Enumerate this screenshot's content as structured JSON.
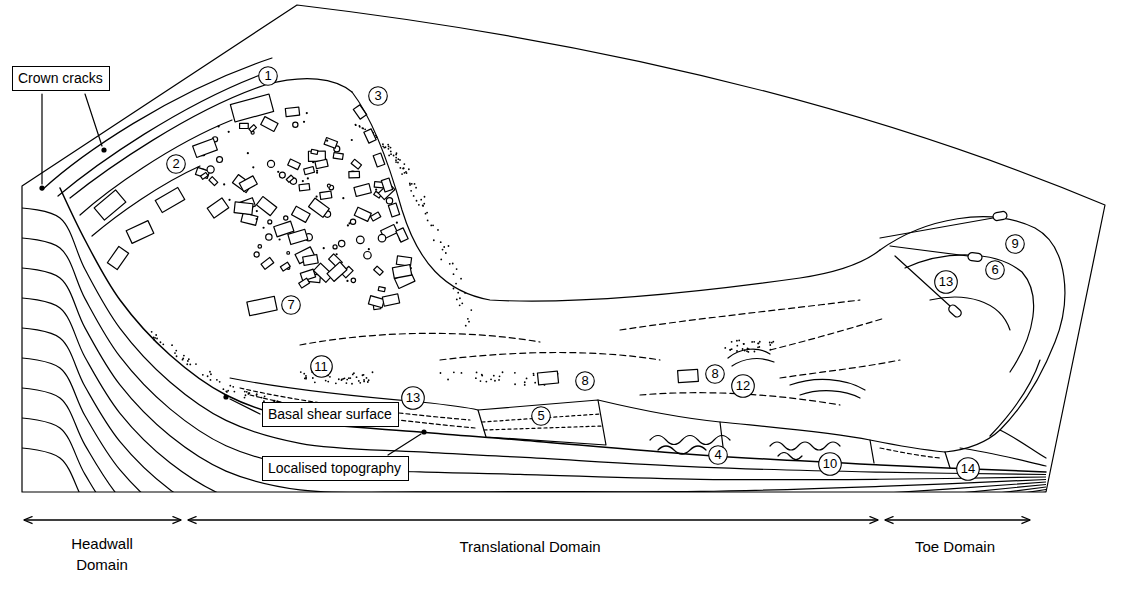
{
  "diagram": {
    "nodes": [
      {
        "text": [
          "Crown cracks"
        ]
      },
      {
        "text": [
          "1"
        ]
      },
      {
        "text": [
          "3"
        ]
      },
      {
        "text": [
          "2"
        ]
      },
      {
        "text": [
          "9"
        ]
      },
      {
        "text": [
          "6"
        ]
      },
      {
        "text": [
          "13"
        ]
      },
      {
        "text": [
          "7"
        ]
      },
      {
        "text": [
          "11"
        ]
      },
      {
        "text": [
          "8"
        ]
      },
      {
        "text": [
          "8"
        ]
      },
      {
        "text": [
          "12"
        ]
      },
      {
        "text": [
          "13"
        ]
      },
      {
        "text": [
          "Basal shear surface"
        ]
      },
      {
        "text": [
          "5"
        ]
      },
      {
        "text": [
          "Localised topography"
        ]
      },
      {
        "text": [
          "4"
        ]
      },
      {
        "text": [
          "10"
        ]
      },
      {
        "text": [
          "14"
        ]
      }
    ],
    "labels": [
      "Headwall Domain",
      "Translational Domain",
      "Toe Domain"
    ]
  }
}
